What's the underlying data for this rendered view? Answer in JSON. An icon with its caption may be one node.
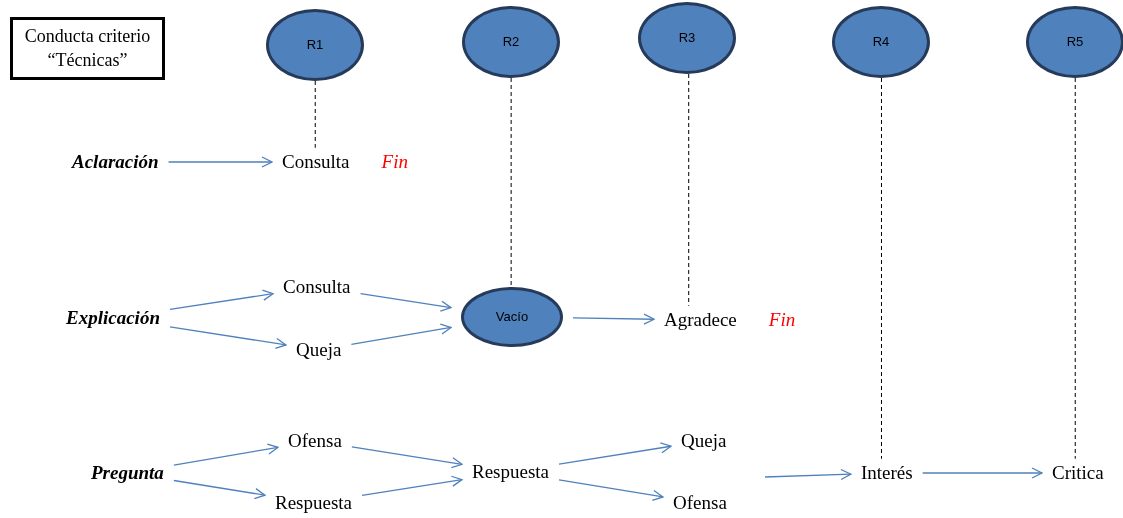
{
  "diagram": {
    "nodes": [
      {
        "text": [
          "Conducta criterio “Técnicas”"
        ]
      },
      {
        "text": [
          "R1"
        ]
      },
      {
        "text": [
          "R2"
        ]
      },
      {
        "text": [
          "R3"
        ]
      },
      {
        "text": [
          "R4"
        ]
      },
      {
        "text": [
          "R5"
        ]
      },
      {
        "text": [
          "Aclaración"
        ]
      },
      {
        "text": [
          "Consulta"
        ],
        "beside": [
          "Fin"
        ]
      },
      {
        "text": [
          "Explicación"
        ]
      },
      {
        "text": [
          "Consulta"
        ]
      },
      {
        "text": [
          "Queja"
        ]
      },
      {
        "text": [
          "Vacío"
        ]
      },
      {
        "text": [
          "Agradece"
        ],
        "beside": [
          "Fin"
        ]
      },
      {
        "text": [
          "Pregunta"
        ]
      },
      {
        "text": [
          "Ofensa"
        ]
      },
      {
        "text": [
          "Respuesta"
        ]
      },
      {
        "text": [
          "Respuesta"
        ]
      },
      {
        "text": [
          "Queja"
        ]
      },
      {
        "text": [
          "Ofensa"
        ]
      },
      {
        "text": [
          "Interés"
        ]
      },
      {
        "text": [
          "Critica"
        ]
      }
    ],
    "edges": [
      {
        "from": 6,
        "to": 7,
        "arrow": "to"
      },
      {
        "from": 8,
        "to": 9,
        "arrow": "to"
      },
      {
        "from": 8,
        "to": 10,
        "arrow": "to"
      },
      {
        "from": 9,
        "to": 11,
        "arrow": "to"
      },
      {
        "from": 10,
        "to": 11,
        "arrow": "to"
      },
      {
        "from": 11,
        "to": 12,
        "arrow": "to"
      },
      {
        "from": 13,
        "to": 14,
        "arrow": "to"
      },
      {
        "from": 13,
        "to": 15,
        "arrow": "to"
      },
      {
        "from": 14,
        "to": 16,
        "arrow": "to"
      },
      {
        "from": 15,
        "to": 16,
        "arrow": "to"
      },
      {
        "from": 16,
        "to": 17,
        "arrow": "to"
      },
      {
        "from": 16,
        "to": 18,
        "arrow": "to"
      },
      {
        "from": null,
        "to": 19,
        "arrow": "to"
      },
      {
        "from": 19,
        "to": 20,
        "arrow": "to"
      },
      {
        "from": 1,
        "to": 7,
        "arrow": "none",
        "style": "dashed",
        "color": "#000000"
      },
      {
        "from": 2,
        "to": 11,
        "arrow": "none",
        "style": "dashed",
        "color": "#000000"
      },
      {
        "from": 3,
        "to": 12,
        "arrow": "none",
        "style": "dashed",
        "color": "#000000"
      },
      {
        "from": 4,
        "to": 19,
        "arrow": "none",
        "style": "dashed",
        "color": "#000000"
      },
      {
        "from": 5,
        "to": 20,
        "arrow": "none",
        "style": "dashed",
        "color": "#000000"
      }
    ]
  }
}
